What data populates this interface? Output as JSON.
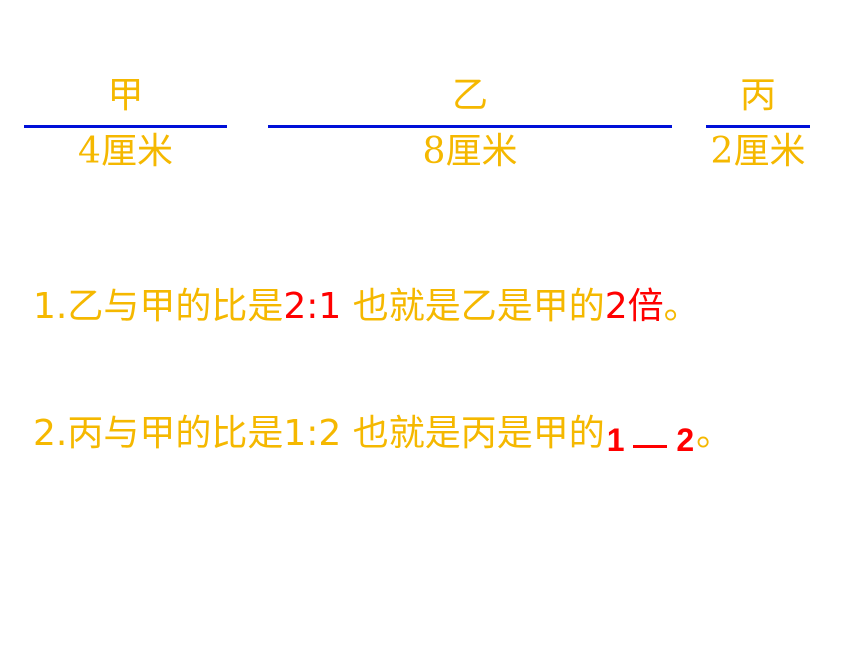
{
  "segments": [
    {
      "name": "甲",
      "length": "4厘米"
    },
    {
      "name": "乙",
      "length": "8厘米"
    },
    {
      "name": "丙",
      "length": "2厘米"
    }
  ],
  "sentences": [
    {
      "prefix": "1.乙与甲的比是",
      "ratio": "2:1",
      "middle": " 也就是乙是甲的",
      "multiple": "2倍",
      "suffix": "。"
    },
    {
      "prefix": "2.丙与甲的比是",
      "ratio": "1:2",
      "middle": " 也就是丙是甲的",
      "fraction": {
        "numerator": "1",
        "denominator": "2"
      },
      "suffix": "。"
    }
  ],
  "colors": {
    "text": "#f5b800",
    "highlight": "#ff0000",
    "line": "#0010d8"
  }
}
